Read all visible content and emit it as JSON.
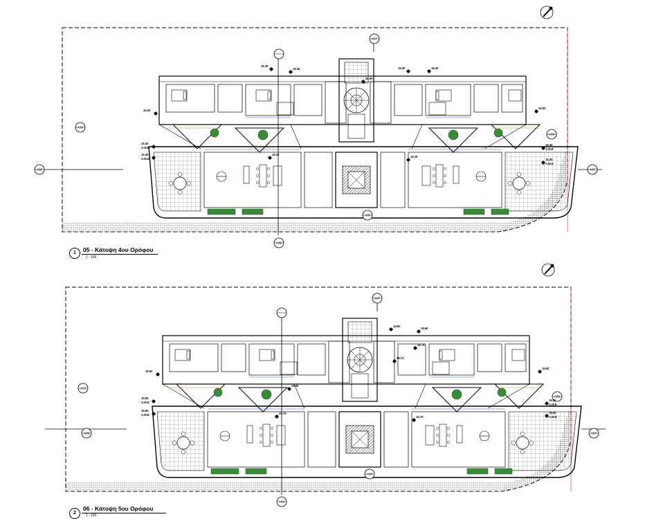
{
  "views": [
    {
      "number": "1",
      "title": "05 - Κάτοψη 4ου Ορόφου",
      "scale": "1 : 100",
      "section_tags": {
        "top": "A07",
        "left": "A08",
        "right": "A07",
        "bottom": "A06",
        "far_left": "A10",
        "far_right": "A09",
        "bottom_cut": "A06"
      },
      "levels": [
        "16.30",
        "16.30",
        "16.50",
        "16.30",
        "16.30",
        "16.00",
        "16.00",
        "16.30",
        "16.30",
        "16.30",
        "16.30",
        "16.29",
        "16.29"
      ],
      "level_tag": "Α.Μ.Ε"
    },
    {
      "number": "2",
      "title": "06 - Κάτοψη 5ου Ορόφου",
      "scale": "1 : 100",
      "section_tags": {
        "top": "A07",
        "left": "A08",
        "right": "A07",
        "bottom": "A06",
        "far_left": "A10",
        "far_right": "A09",
        "bottom_cut": "A06"
      },
      "levels": [
        "19.60",
        "19.60",
        "19.74",
        "19.74",
        "19.60",
        "19.60",
        "19.60",
        "19.60",
        "19.60",
        "19.60",
        "19.60",
        "19.79",
        "19.79"
      ],
      "level_tag": "Α.Μ.Ε"
    }
  ],
  "colors": {
    "line": "#000000",
    "boundary_red": "#cc2222",
    "tree": "#3a8a3a",
    "tree_dark": "#1e5a1e",
    "hatch": "#444444",
    "blue_dim": "#3355cc",
    "orange": "#cc7722"
  }
}
